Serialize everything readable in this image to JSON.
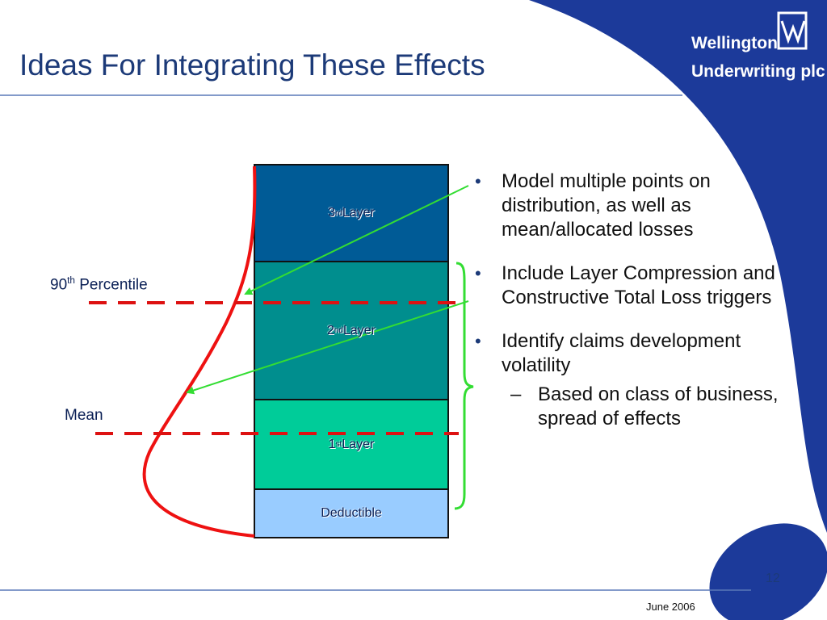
{
  "slide": {
    "title": "Ideas For Integrating These Effects",
    "page_number": "12",
    "date": "June 2006"
  },
  "logo": {
    "line1": "Wellington",
    "line2": "Underwriting plc"
  },
  "colors": {
    "brand_blue": "#1c3a9a",
    "layer3": "#005b96",
    "layer2": "#008e8e",
    "layer1": "#00cc99",
    "deductible": "#99ccff",
    "curve_red": "#ee1111",
    "arrow_green": "#33dd33"
  },
  "layers": [
    {
      "base": "3",
      "sup": "rd",
      "rest": " Layer"
    },
    {
      "base": "2",
      "sup": "nd",
      "rest": " Layer"
    },
    {
      "base": "1",
      "sup": "st",
      "rest": " Layer"
    },
    {
      "base": "Deductible",
      "sup": "",
      "rest": ""
    }
  ],
  "labels": {
    "percentile": {
      "base": "90",
      "sup": "th",
      "rest": " Percentile"
    },
    "mean": "Mean"
  },
  "bullets": [
    {
      "text": "Model multiple points on distribution, as well as mean/allocated losses"
    },
    {
      "text": "Include Layer Compression and  Constructive Total Loss triggers"
    },
    {
      "text": "Identify claims development volatility",
      "sub": "Based on class of business, spread of effects"
    }
  ]
}
